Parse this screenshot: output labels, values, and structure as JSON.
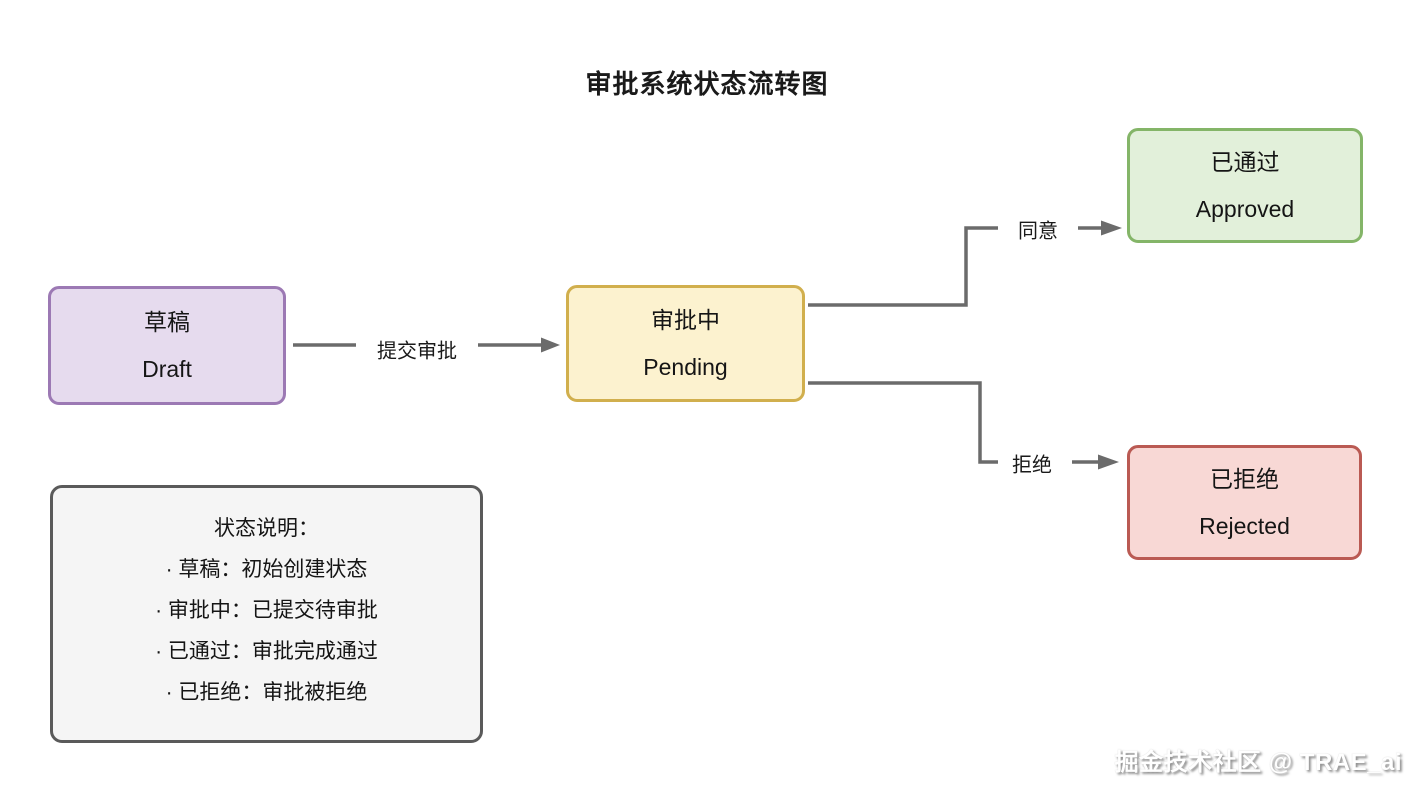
{
  "title": "审批系统状态流转图",
  "nodes": {
    "draft": {
      "zh": "草稿",
      "en": "Draft",
      "fill": "#E6DBEE",
      "stroke": "#9C79B4"
    },
    "pending": {
      "zh": "审批中",
      "en": "Pending",
      "fill": "#FCF2CF",
      "stroke": "#D1AF4D"
    },
    "approved": {
      "zh": "已通过",
      "en": "Approved",
      "fill": "#E2F0DA",
      "stroke": "#84B568"
    },
    "rejected": {
      "zh": "已拒绝",
      "en": "Rejected",
      "fill": "#F8D8D5",
      "stroke": "#BA5A53"
    }
  },
  "edges": {
    "submit": {
      "label": "提交审批",
      "from": "draft",
      "to": "pending"
    },
    "approve": {
      "label": "同意",
      "from": "pending",
      "to": "approved"
    },
    "reject": {
      "label": "拒绝",
      "from": "pending",
      "to": "rejected"
    }
  },
  "legend": {
    "title": "状态说明：",
    "items": [
      "· 草稿：初始创建状态",
      "· 审批中：已提交待审批",
      "· 已通过：审批完成通过",
      "· 已拒绝：审批被拒绝"
    ]
  },
  "watermark": "掘金技术社区 @ TRAE_ai",
  "colors": {
    "connector": "#6b6b6b",
    "legend_fill": "#f5f5f5",
    "legend_stroke": "#5a5a5a"
  }
}
